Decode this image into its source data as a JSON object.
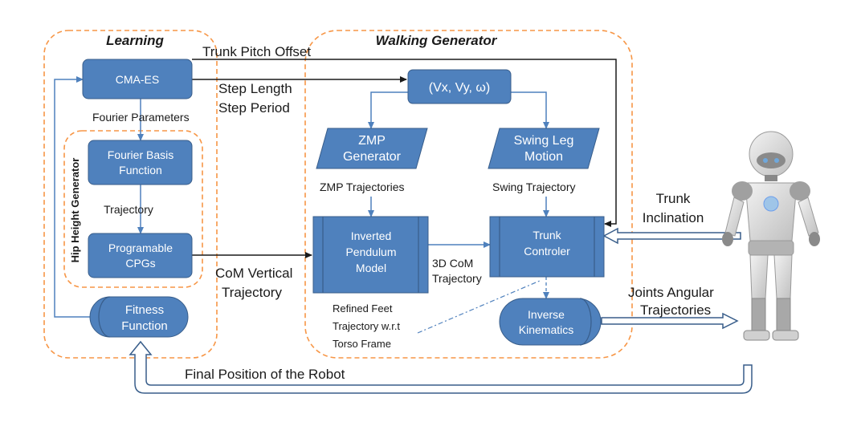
{
  "colors": {
    "box_fill": "#4f81bd",
    "box_stroke": "#385d8a",
    "group_border": "#f79646",
    "arrow": "#1a1a1a",
    "blue_arrow": "#4f81bd"
  },
  "groups": {
    "learning": "Learning",
    "walking": "Walking Generator",
    "hip": "Hip Height Generator"
  },
  "blocks": {
    "cmaes": "CMA-ES",
    "fourier_l1": "Fourier Basis",
    "fourier_l2": "Function",
    "cpg_l1": "Programable",
    "cpg_l2": "CPGs",
    "fitness_l1": "Fitness",
    "fitness_l2": "Function",
    "velocity": "(Vx, Vy, ω)",
    "zmp_l1": "ZMP",
    "zmp_l2": "Generator",
    "swing_l1": "Swing Leg",
    "swing_l2": "Motion",
    "pendulum_l1": "Inverted",
    "pendulum_l2": "Pendulum",
    "pendulum_l3": "Model",
    "trunk_l1": "Trunk",
    "trunk_l2": "Controler",
    "ik_l1": "Inverse",
    "ik_l2": "Kinematics"
  },
  "labels": {
    "trunk_pitch": "Trunk Pitch Offset",
    "step_length": "Step Length",
    "step_period": "Step Period",
    "fourier_params": "Fourier Parameters",
    "trajectory": "Trajectory",
    "zmp_traj": "ZMP Trajectories",
    "swing_traj": "Swing Trajectory",
    "com3d_l1": "3D CoM",
    "com3d_l2": "Trajectory",
    "com_vert_l1": "CoM Vertical",
    "com_vert_l2": "Trajectory",
    "refined_l1": "Refined Feet",
    "refined_l2": "Trajectory w.r.t",
    "refined_l3": "Torso Frame",
    "trunk_incl_l1": "Trunk",
    "trunk_incl_l2": "Inclination",
    "joints_l1": "Joints Angular",
    "joints_l2": "Trajectories",
    "final_pos": "Final Position of the Robot"
  }
}
